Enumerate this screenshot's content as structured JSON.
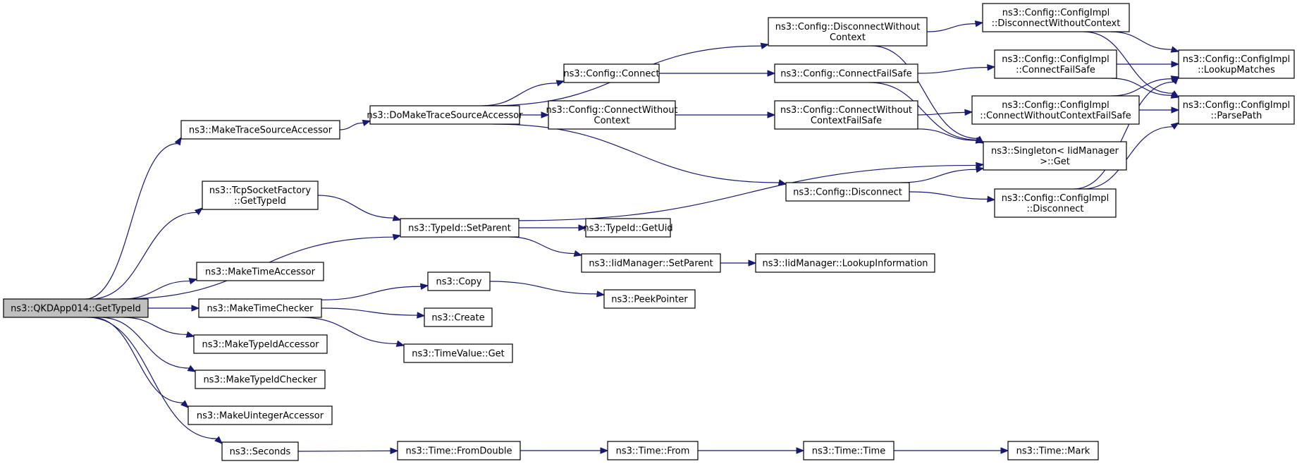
{
  "title": "Call graph of ns3::QKDApp014::GetTypeId",
  "colors": {
    "edge": "#191970",
    "node_border": "#000000",
    "node_fill": "#ffffff",
    "root_fill": "#bfbfbf"
  },
  "nodes": [
    {
      "id": "root",
      "lines": [
        "ns3::QKDApp014::GetTypeId"
      ],
      "root": true
    },
    {
      "id": "mtsa",
      "lines": [
        "ns3::MakeTraceSourceAccessor"
      ]
    },
    {
      "id": "tcpsf",
      "lines": [
        "ns3::TcpSocketFactory",
        "::GetTypeId"
      ]
    },
    {
      "id": "setparent",
      "lines": [
        "ns3::TypeId::SetParent"
      ]
    },
    {
      "id": "mta",
      "lines": [
        "ns3::MakeTimeAccessor"
      ]
    },
    {
      "id": "mtc",
      "lines": [
        "ns3::MakeTimeChecker"
      ]
    },
    {
      "id": "mtia",
      "lines": [
        "ns3::MakeTypeIdAccessor"
      ]
    },
    {
      "id": "mtic",
      "lines": [
        "ns3::MakeTypeIdChecker"
      ]
    },
    {
      "id": "mua",
      "lines": [
        "ns3::MakeUintegerAccessor"
      ]
    },
    {
      "id": "seconds",
      "lines": [
        "ns3::Seconds"
      ]
    },
    {
      "id": "dmtsa",
      "lines": [
        "ns3::DoMakeTraceSourceAccessor"
      ]
    },
    {
      "id": "cdwc",
      "lines": [
        "ns3::Config::DisconnectWithout",
        "Context"
      ]
    },
    {
      "id": "cconnect",
      "lines": [
        "ns3::Config::Connect"
      ]
    },
    {
      "id": "ccwc",
      "lines": [
        "ns3::Config::ConnectWithout",
        "Context"
      ]
    },
    {
      "id": "cdisc",
      "lines": [
        "ns3::Config::Disconnect"
      ]
    },
    {
      "id": "ccfs",
      "lines": [
        "ns3::Config::ConnectFailSafe"
      ]
    },
    {
      "id": "ccwcfs",
      "lines": [
        "ns3::Config::ConnectWithout",
        "ContextFailSafe"
      ]
    },
    {
      "id": "ci_dwc",
      "lines": [
        "ns3::Config::ConfigImpl",
        "::DisconnectWithoutContext"
      ]
    },
    {
      "id": "ci_cfs",
      "lines": [
        "ns3::Config::ConfigImpl",
        "::ConnectFailSafe"
      ]
    },
    {
      "id": "ci_cwcfs",
      "lines": [
        "ns3::Config::ConfigImpl",
        "::ConnectWithoutContextFailSafe"
      ]
    },
    {
      "id": "ci_disc",
      "lines": [
        "ns3::Config::ConfigImpl",
        "::Disconnect"
      ]
    },
    {
      "id": "singleton",
      "lines": [
        "ns3::Singleton< IidManager",
        ">::Get"
      ]
    },
    {
      "id": "lookup",
      "lines": [
        "ns3::Config::ConfigImpl",
        "::LookupMatches"
      ]
    },
    {
      "id": "parsepath",
      "lines": [
        "ns3::Config::ConfigImpl",
        "::ParsePath"
      ]
    },
    {
      "id": "getuid",
      "lines": [
        "ns3::TypeId::GetUid"
      ]
    },
    {
      "id": "iidsetparent",
      "lines": [
        "ns3::IidManager::SetParent"
      ]
    },
    {
      "id": "iidlookup",
      "lines": [
        "ns3::IidManager::LookupInformation"
      ]
    },
    {
      "id": "copy",
      "lines": [
        "ns3::Copy"
      ]
    },
    {
      "id": "peek",
      "lines": [
        "ns3::PeekPointer"
      ]
    },
    {
      "id": "create",
      "lines": [
        "ns3::Create"
      ]
    },
    {
      "id": "tvget",
      "lines": [
        "ns3::TimeValue::Get"
      ]
    },
    {
      "id": "fromdouble",
      "lines": [
        "ns3::Time::FromDouble"
      ]
    },
    {
      "id": "from",
      "lines": [
        "ns3::Time::From"
      ]
    },
    {
      "id": "time",
      "lines": [
        "ns3::Time::Time"
      ]
    },
    {
      "id": "mark",
      "lines": [
        "ns3::Time::Mark"
      ]
    }
  ],
  "edges": [
    [
      "root",
      "mtsa"
    ],
    [
      "root",
      "tcpsf"
    ],
    [
      "root",
      "setparent"
    ],
    [
      "root",
      "mta"
    ],
    [
      "root",
      "mtc"
    ],
    [
      "root",
      "mtia"
    ],
    [
      "root",
      "mtic"
    ],
    [
      "root",
      "mua"
    ],
    [
      "root",
      "seconds"
    ],
    [
      "mtsa",
      "dmtsa"
    ],
    [
      "tcpsf",
      "setparent"
    ],
    [
      "dmtsa",
      "cdwc"
    ],
    [
      "dmtsa",
      "cconnect"
    ],
    [
      "dmtsa",
      "ccwc"
    ],
    [
      "dmtsa",
      "cdisc"
    ],
    [
      "cdwc",
      "ci_dwc"
    ],
    [
      "cdwc",
      "singleton"
    ],
    [
      "cconnect",
      "ccfs"
    ],
    [
      "ccwc",
      "ccwcfs"
    ],
    [
      "ccfs",
      "ci_cfs"
    ],
    [
      "ccfs",
      "singleton"
    ],
    [
      "ccwcfs",
      "ci_cwcfs"
    ],
    [
      "ccwcfs",
      "singleton"
    ],
    [
      "cdisc",
      "singleton"
    ],
    [
      "cdisc",
      "ci_disc"
    ],
    [
      "ci_dwc",
      "lookup"
    ],
    [
      "ci_dwc",
      "parsepath"
    ],
    [
      "ci_cfs",
      "lookup"
    ],
    [
      "ci_cfs",
      "parsepath"
    ],
    [
      "ci_cwcfs",
      "lookup"
    ],
    [
      "ci_cwcfs",
      "parsepath"
    ],
    [
      "ci_disc",
      "lookup"
    ],
    [
      "ci_disc",
      "parsepath"
    ],
    [
      "setparent",
      "singleton"
    ],
    [
      "setparent",
      "getuid"
    ],
    [
      "setparent",
      "iidsetparent"
    ],
    [
      "iidsetparent",
      "iidlookup"
    ],
    [
      "mtc",
      "copy"
    ],
    [
      "mtc",
      "create"
    ],
    [
      "mtc",
      "tvget"
    ],
    [
      "copy",
      "peek"
    ],
    [
      "seconds",
      "fromdouble"
    ],
    [
      "fromdouble",
      "from"
    ],
    [
      "from",
      "time"
    ],
    [
      "time",
      "mark"
    ]
  ]
}
